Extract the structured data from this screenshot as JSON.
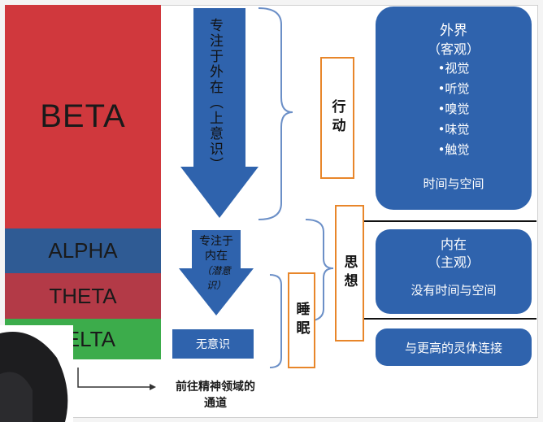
{
  "bands": [
    {
      "label": "BETA",
      "color": "#d0383d"
    },
    {
      "label": "ALPHA",
      "color": "#2f5b94"
    },
    {
      "label": "THETA",
      "color": "#b33a47"
    },
    {
      "label": "DELTA",
      "color": "#3cac4b"
    }
  ],
  "arrows": {
    "big_label": "专注于外在（上意识）",
    "small_label_line1": "专注于",
    "small_label_line2": "内在",
    "small_label_line3": "（潜意",
    "small_label_line4": "识）"
  },
  "unconscious_label": "无意识",
  "orange_boxes": {
    "action": "行动",
    "thought": "思想",
    "sleep": "睡眠"
  },
  "external_box": {
    "title": "外界",
    "subtitle": "（客观）",
    "items": [
      "•视觉",
      "•听觉",
      "•嗅觉",
      "•味觉",
      "•触觉"
    ],
    "footer": "时间与空间"
  },
  "internal_box": {
    "title": "内在",
    "subtitle": "（主观）",
    "footer": "没有时间与空间"
  },
  "spirit_box": {
    "label": "与更高的灵体连接"
  },
  "bottom_caption_line1": "前往精神领域的",
  "bottom_caption_line2": "通道",
  "colors": {
    "blue": "#2f63ad",
    "orange": "#e8862a",
    "bracket": "#6b8fc7"
  }
}
